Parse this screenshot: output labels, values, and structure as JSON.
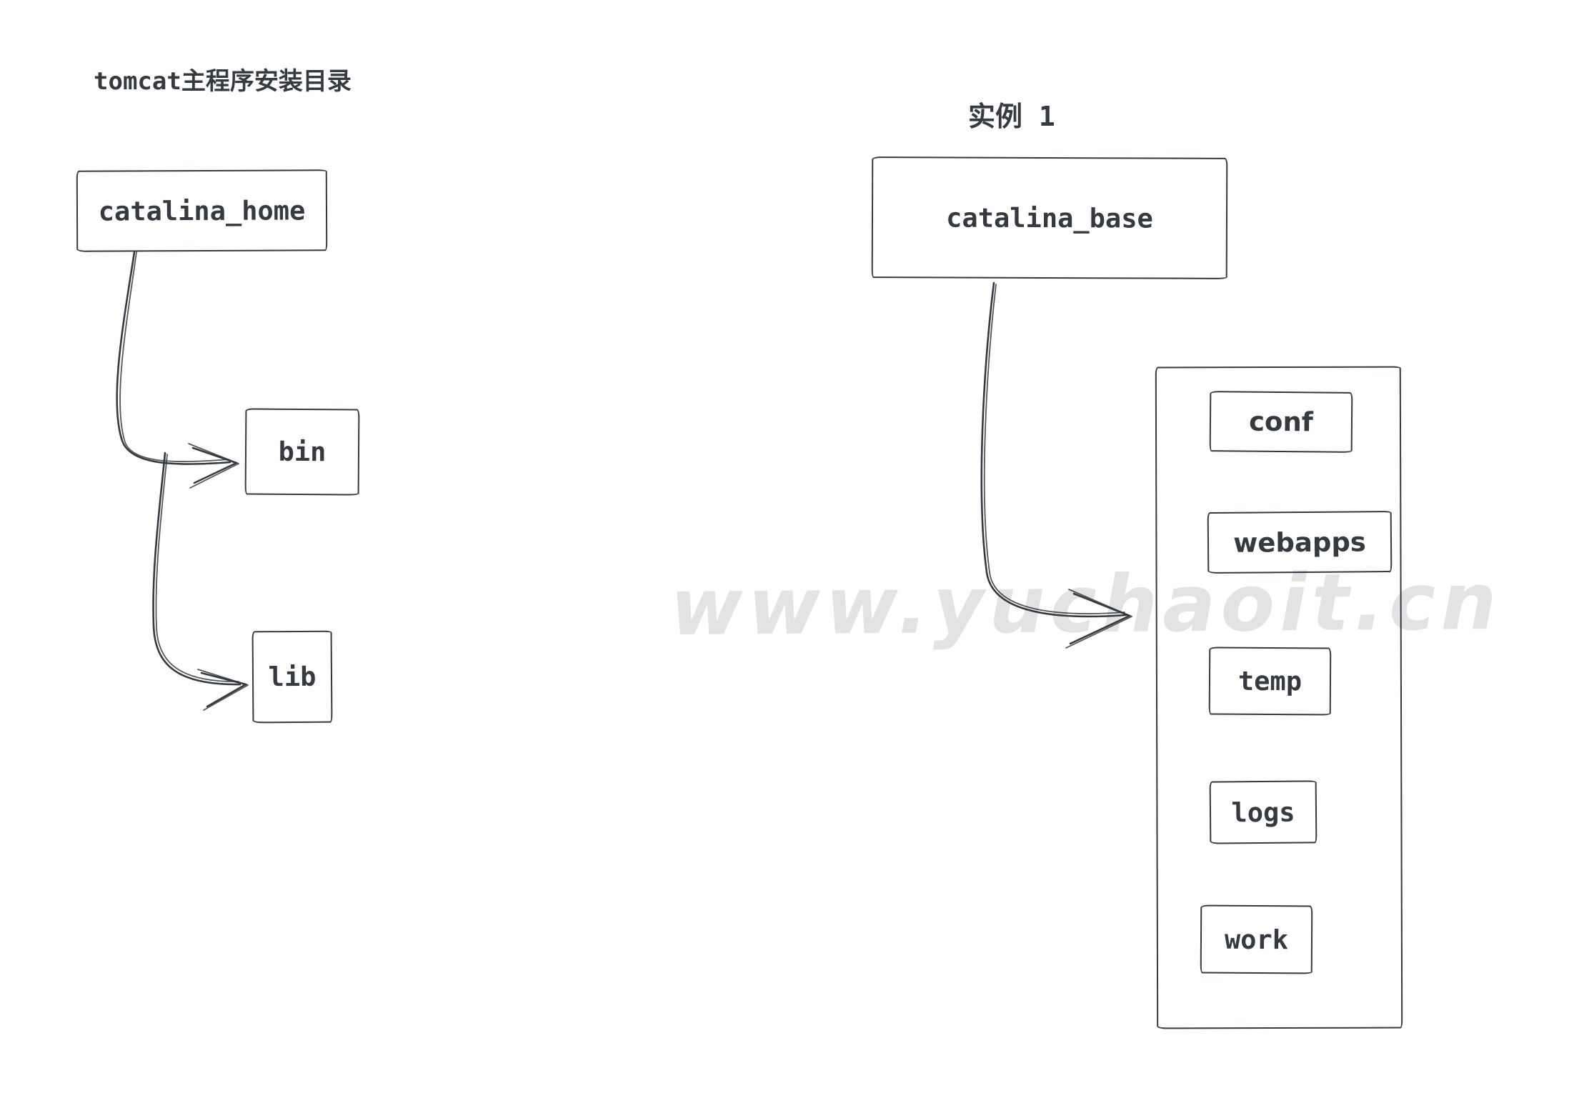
{
  "watermark": "www.yuchaoit.cn",
  "left_group": {
    "title": "tomcat主程序安装目录",
    "root": "catalina_home",
    "children": [
      "bin",
      "lib"
    ]
  },
  "right_group": {
    "title": "实例 1",
    "root": "catalina_base",
    "children": [
      "conf",
      "webapps",
      "temp",
      "logs",
      "work"
    ]
  },
  "colors": {
    "stroke": "#343a40",
    "text": "#343a40",
    "watermark": "#e3e3e3",
    "background": "#ffffff"
  }
}
